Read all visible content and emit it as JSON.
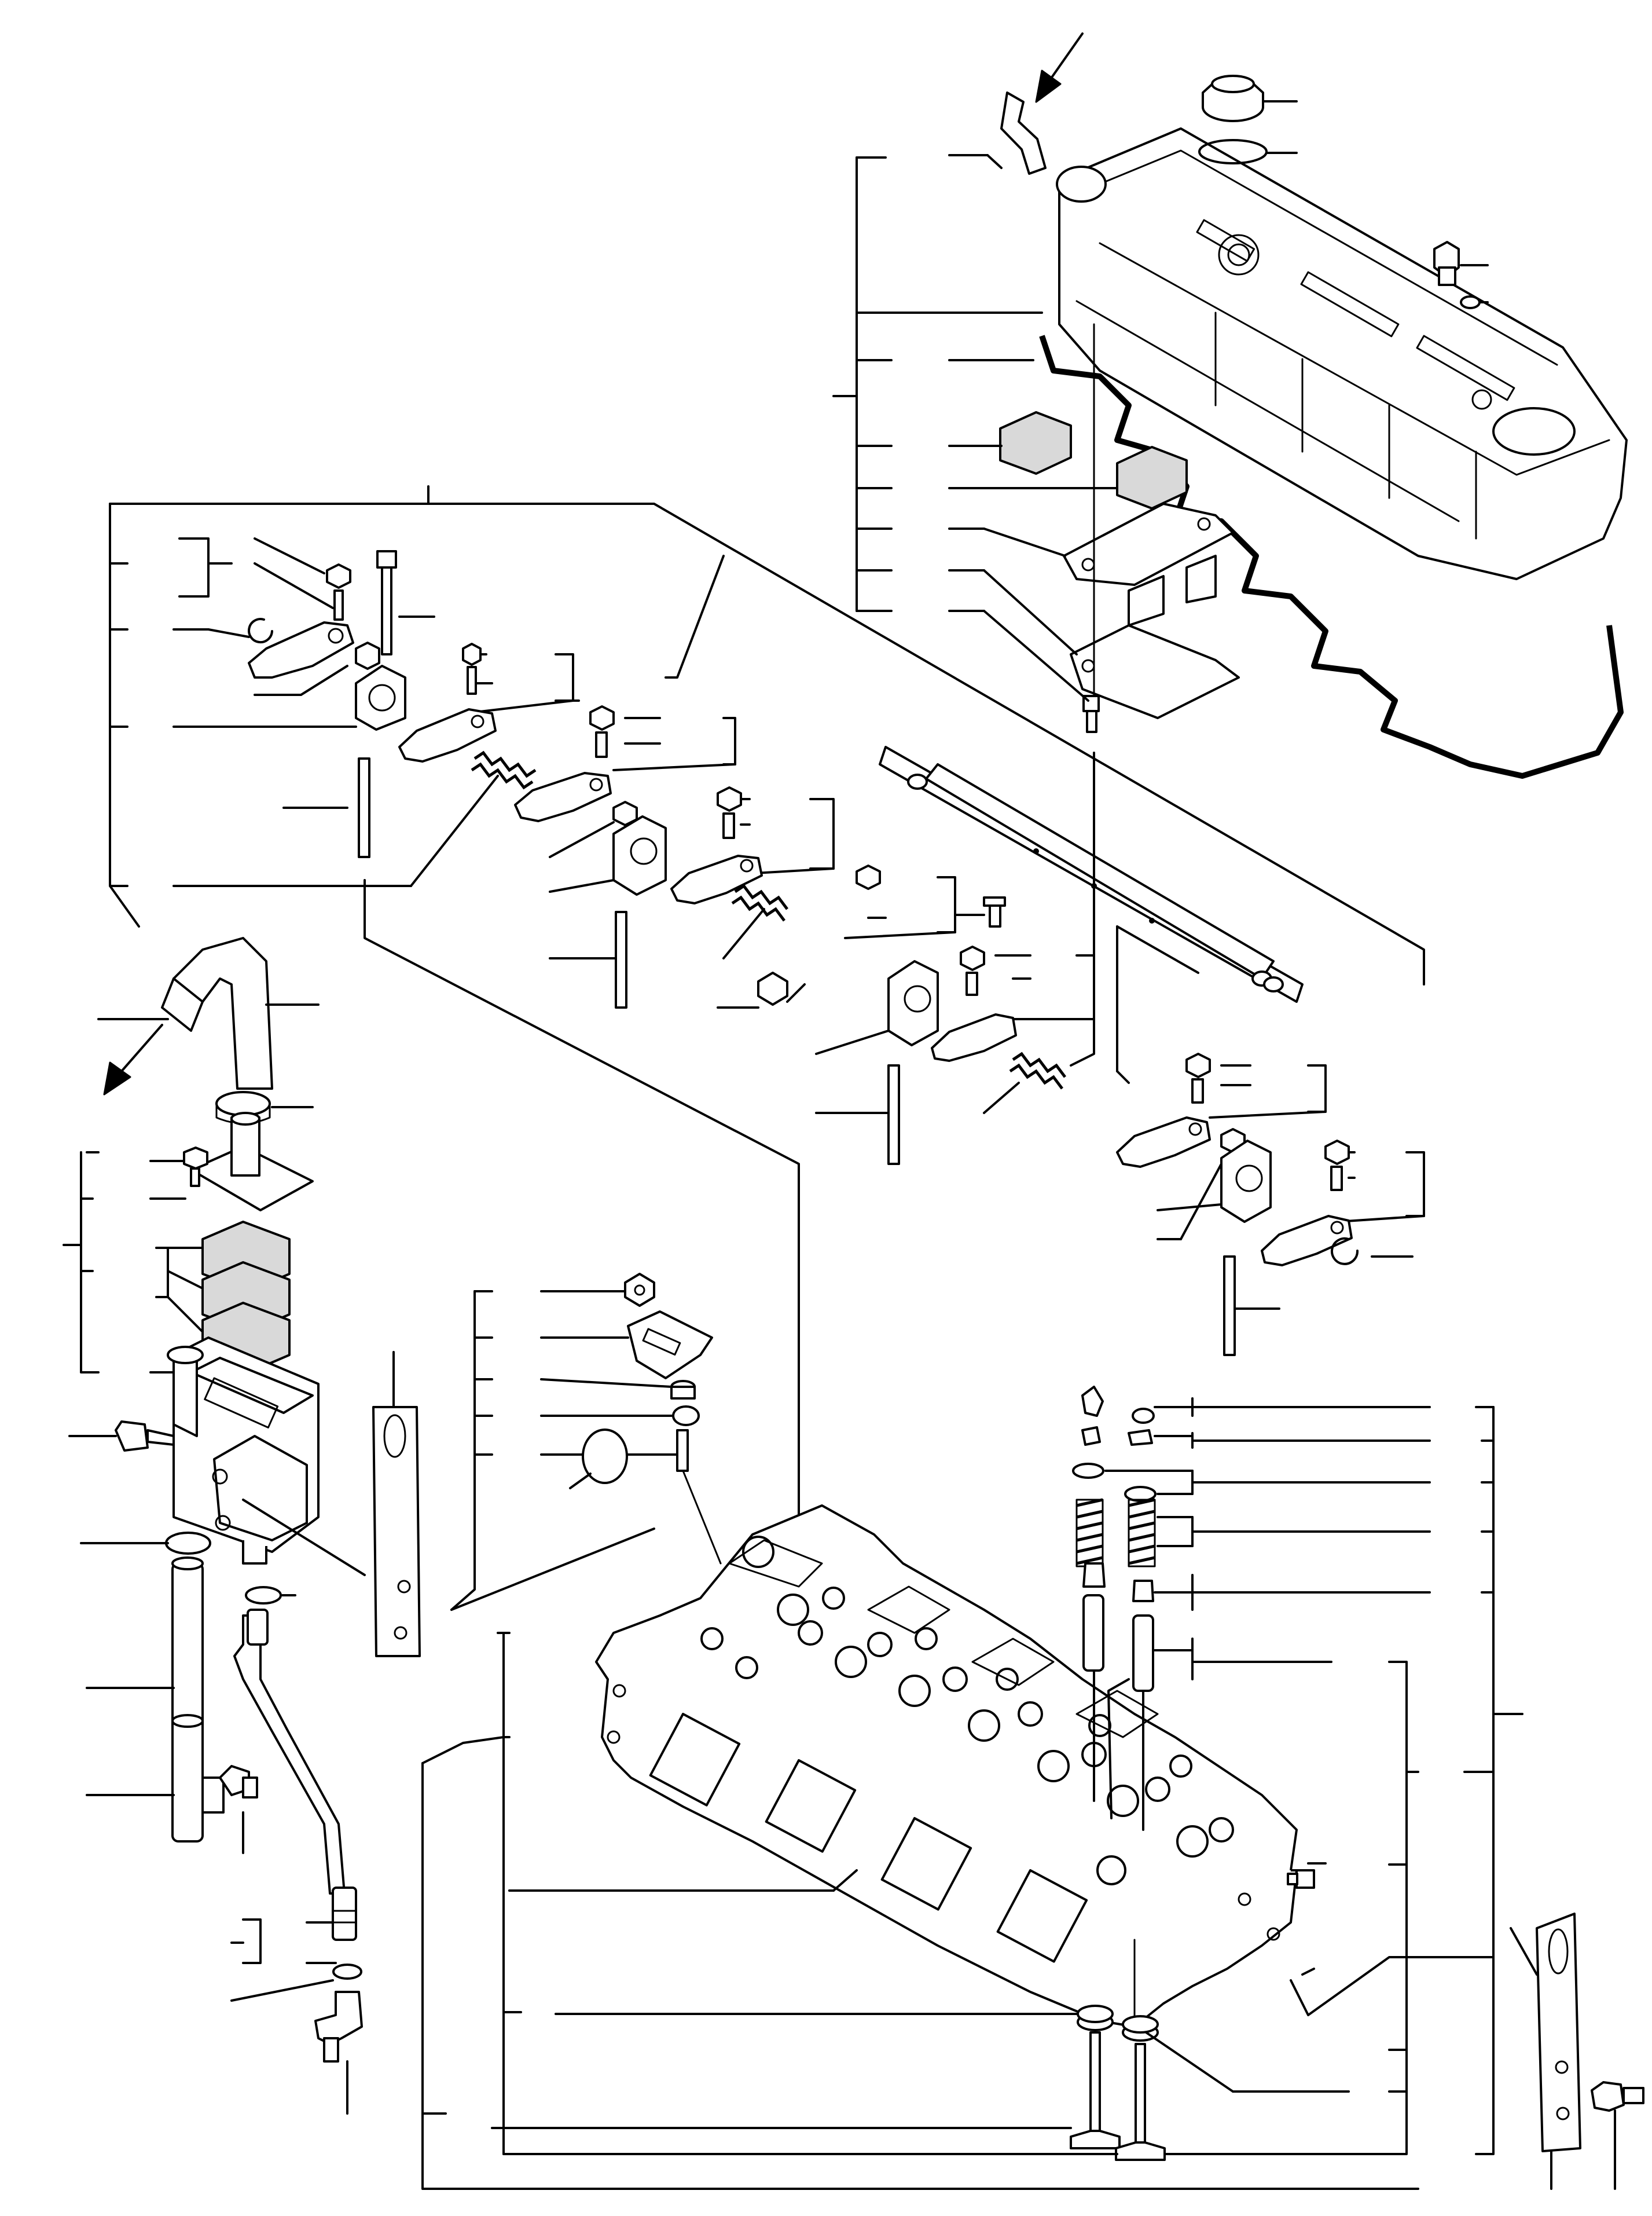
{
  "diagram": {
    "kind": "exploded parts drawing",
    "labels": [],
    "colors": {
      "line": "#000000",
      "background": "#ffffff"
    }
  },
  "flow_arrows": [
    {
      "name": "breather-inlet-arrow",
      "direction": "down-left"
    },
    {
      "name": "breather-outlet-arrow",
      "direction": "down-left"
    }
  ]
}
